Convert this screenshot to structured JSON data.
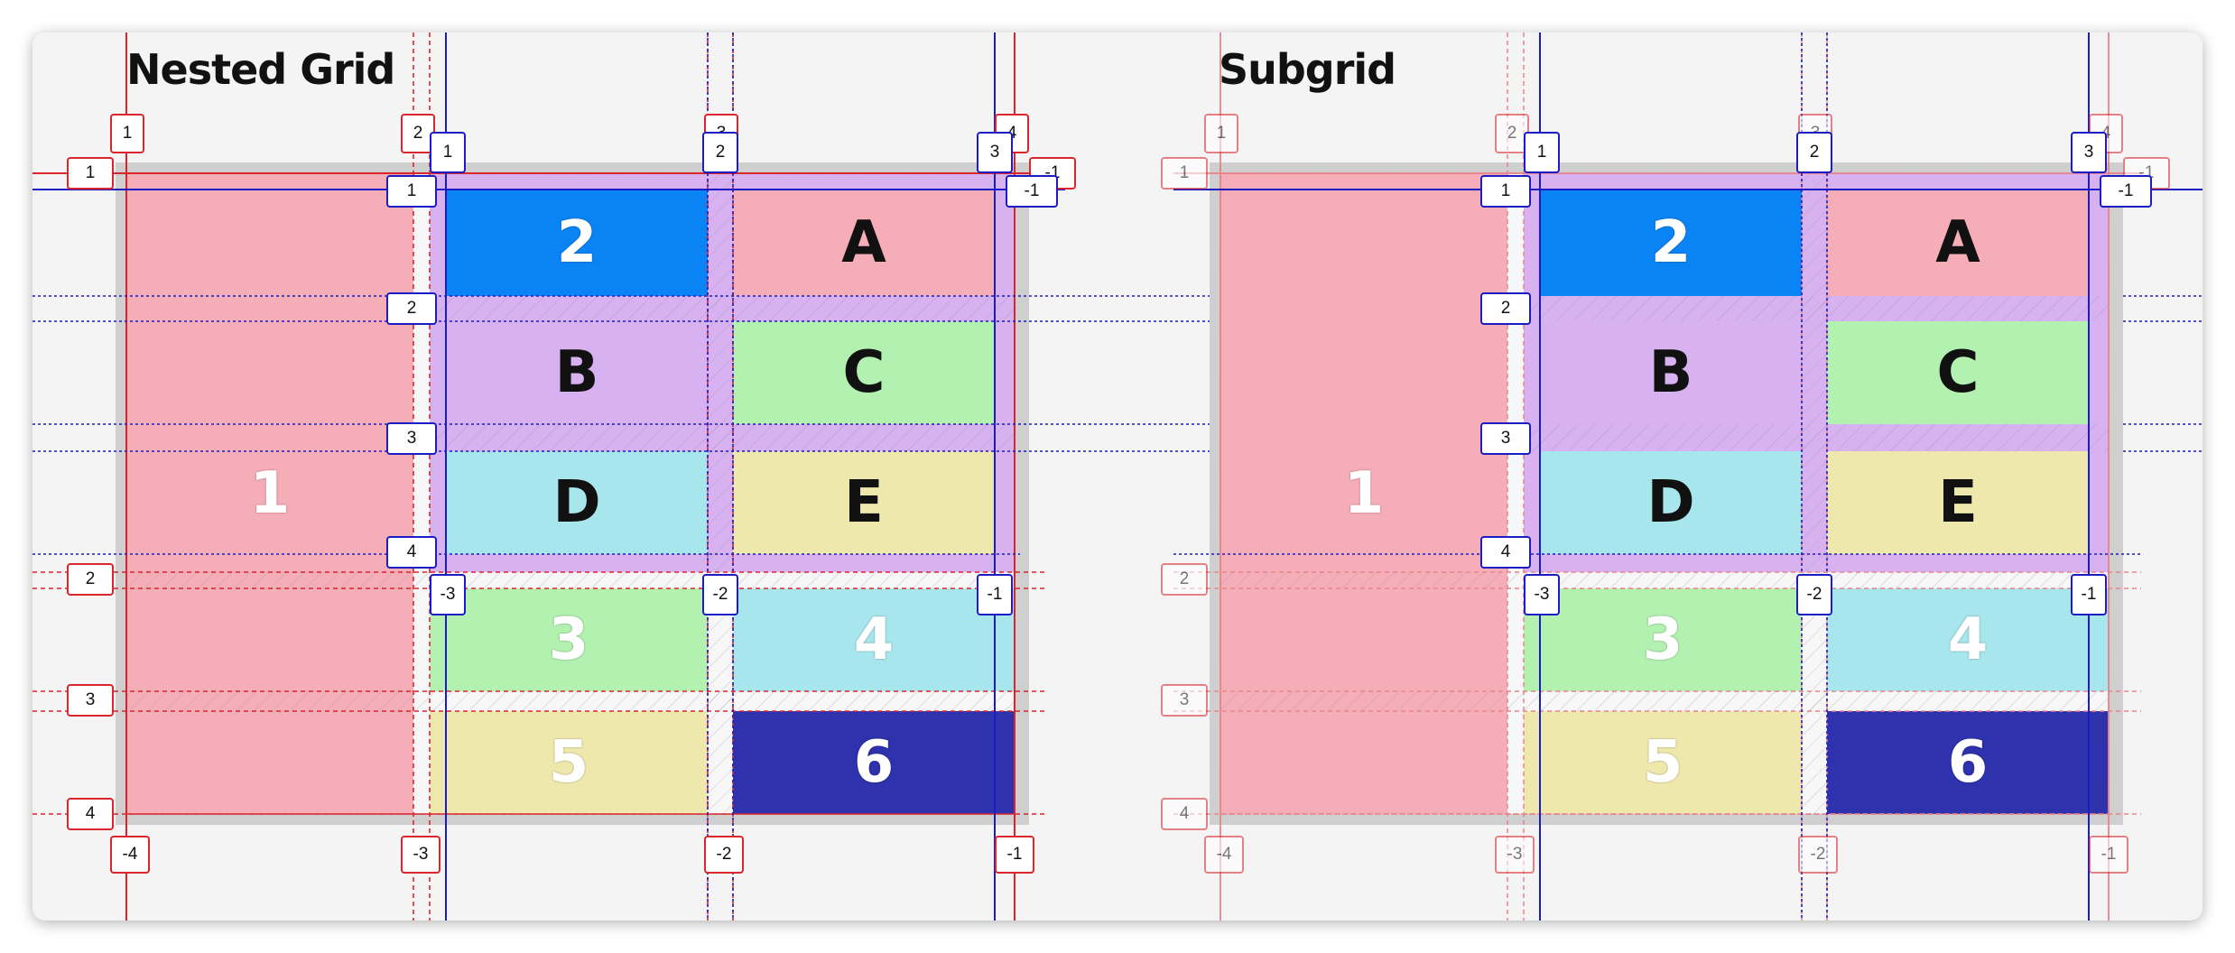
{
  "titles": {
    "left": "Nested Grid",
    "right": "Subgrid"
  },
  "colors": {
    "red_line": "#d9252c",
    "blue_line": "#1c1cc4",
    "pink": "#f5adb7",
    "purple": "#d8b1f0",
    "blue_cell": "#0a84f5",
    "green": "#b3f1b1",
    "teal": "#a8e6ee",
    "yellow": "#efe8ad",
    "navy": "#2f32ad"
  },
  "cells": {
    "c1": "1",
    "c2": "2",
    "cA": "A",
    "cB": "B",
    "cC": "C",
    "cD": "D",
    "cE": "E",
    "c3": "3",
    "c4": "4",
    "c5": "5",
    "c6": "6"
  },
  "outer_labels": {
    "col_top": [
      "1",
      "2",
      "3",
      "4"
    ],
    "col_bottom": [
      "-4",
      "-3",
      "-2",
      "-1"
    ],
    "row_left": [
      "1",
      "2",
      "3",
      "4"
    ],
    "row_right": [
      "-1"
    ]
  },
  "inner_labels": {
    "col_top": [
      "1",
      "2",
      "3"
    ],
    "col_bottom": [
      "-3",
      "-2",
      "-1"
    ],
    "row_left": [
      "1",
      "2",
      "3",
      "4"
    ],
    "row_right": [
      "-1"
    ]
  }
}
